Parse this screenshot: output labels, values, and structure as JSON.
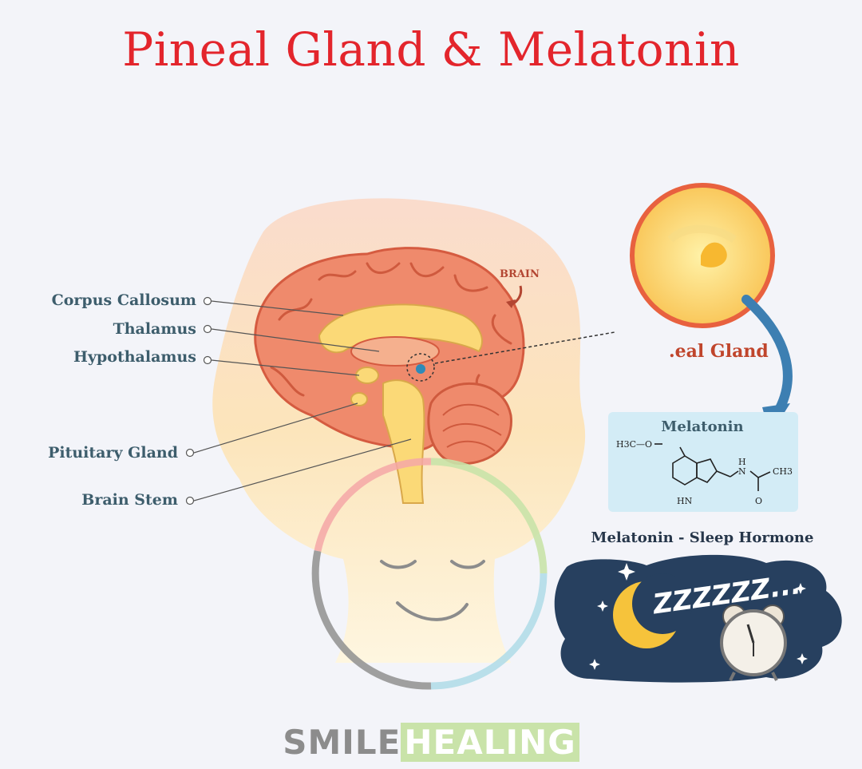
{
  "title": "Pineal Gland & Melatonin",
  "labels": {
    "corpus_callosum": "Corpus Callosum",
    "thalamus": "Thalamus",
    "hypothalamus": "Hypothalamus",
    "pituitary_gland": "Pituitary Gland",
    "brain_stem": "Brain Stem"
  },
  "brain_label": "BRAIN",
  "pineal_label": ".eal Gland",
  "melatonin_box": {
    "title": "Melatonin",
    "formula_labels": [
      "H3C—O",
      "H",
      "N",
      "CH3",
      "HN",
      "O"
    ]
  },
  "sleep_label": "Melatonin - Sleep Hormone",
  "sleep_text": "ZZZZZZ...",
  "logo": {
    "part1": "SMILE",
    "part2": "HEALING"
  },
  "colors": {
    "title": "#e3252c",
    "label": "#3d5d6c",
    "brain": "#e9704f",
    "night": "#27405f"
  }
}
